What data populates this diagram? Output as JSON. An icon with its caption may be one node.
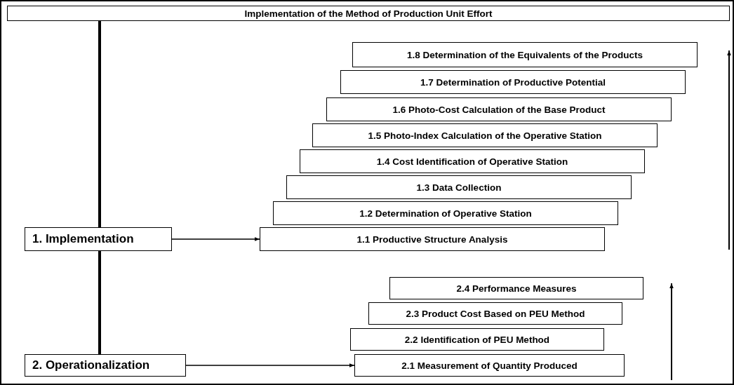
{
  "diagram": {
    "nodes": [
      {
        "text": [
          "Implementation of the Method of Production Unit Effort"
        ]
      },
      {
        "text": [
          "1.8 Determination of the Equivalents of the Products"
        ]
      },
      {
        "text": [
          "1.7 Determination of Productive Potential"
        ]
      },
      {
        "text": [
          "1.6 Photo-Cost Calculation of the Base Product"
        ]
      },
      {
        "text": [
          "1.5 Photo-Index Calculation of the Operative Station"
        ]
      },
      {
        "text": [
          "1.4 Cost Identification of Operative Station"
        ]
      },
      {
        "text": [
          "1.3 Data Collection"
        ]
      },
      {
        "text": [
          "1.2 Determination of Operative Station"
        ]
      },
      {
        "text": [
          "1.1 Productive Structure Analysis"
        ]
      },
      {
        "text": [
          "1. Implementation"
        ]
      },
      {
        "text": [
          "2.4 Performance Measures"
        ]
      },
      {
        "text": [
          "2.3 Product Cost Based on PEU Method"
        ]
      },
      {
        "text": [
          "2.2 Identification of PEU Method"
        ]
      },
      {
        "text": [
          "2.1 Measurement of Quantity Produced"
        ]
      },
      {
        "text": [
          "2. Operationalization"
        ]
      }
    ],
    "edges": [
      {
        "from": 0,
        "to": 9,
        "arrow": "none",
        "style": "thick"
      },
      {
        "from": 9,
        "to": 14,
        "arrow": "none",
        "style": "thick"
      },
      {
        "from": 9,
        "to": 8,
        "arrow": "to"
      },
      {
        "from": 14,
        "to": 13,
        "arrow": "to"
      }
    ]
  }
}
